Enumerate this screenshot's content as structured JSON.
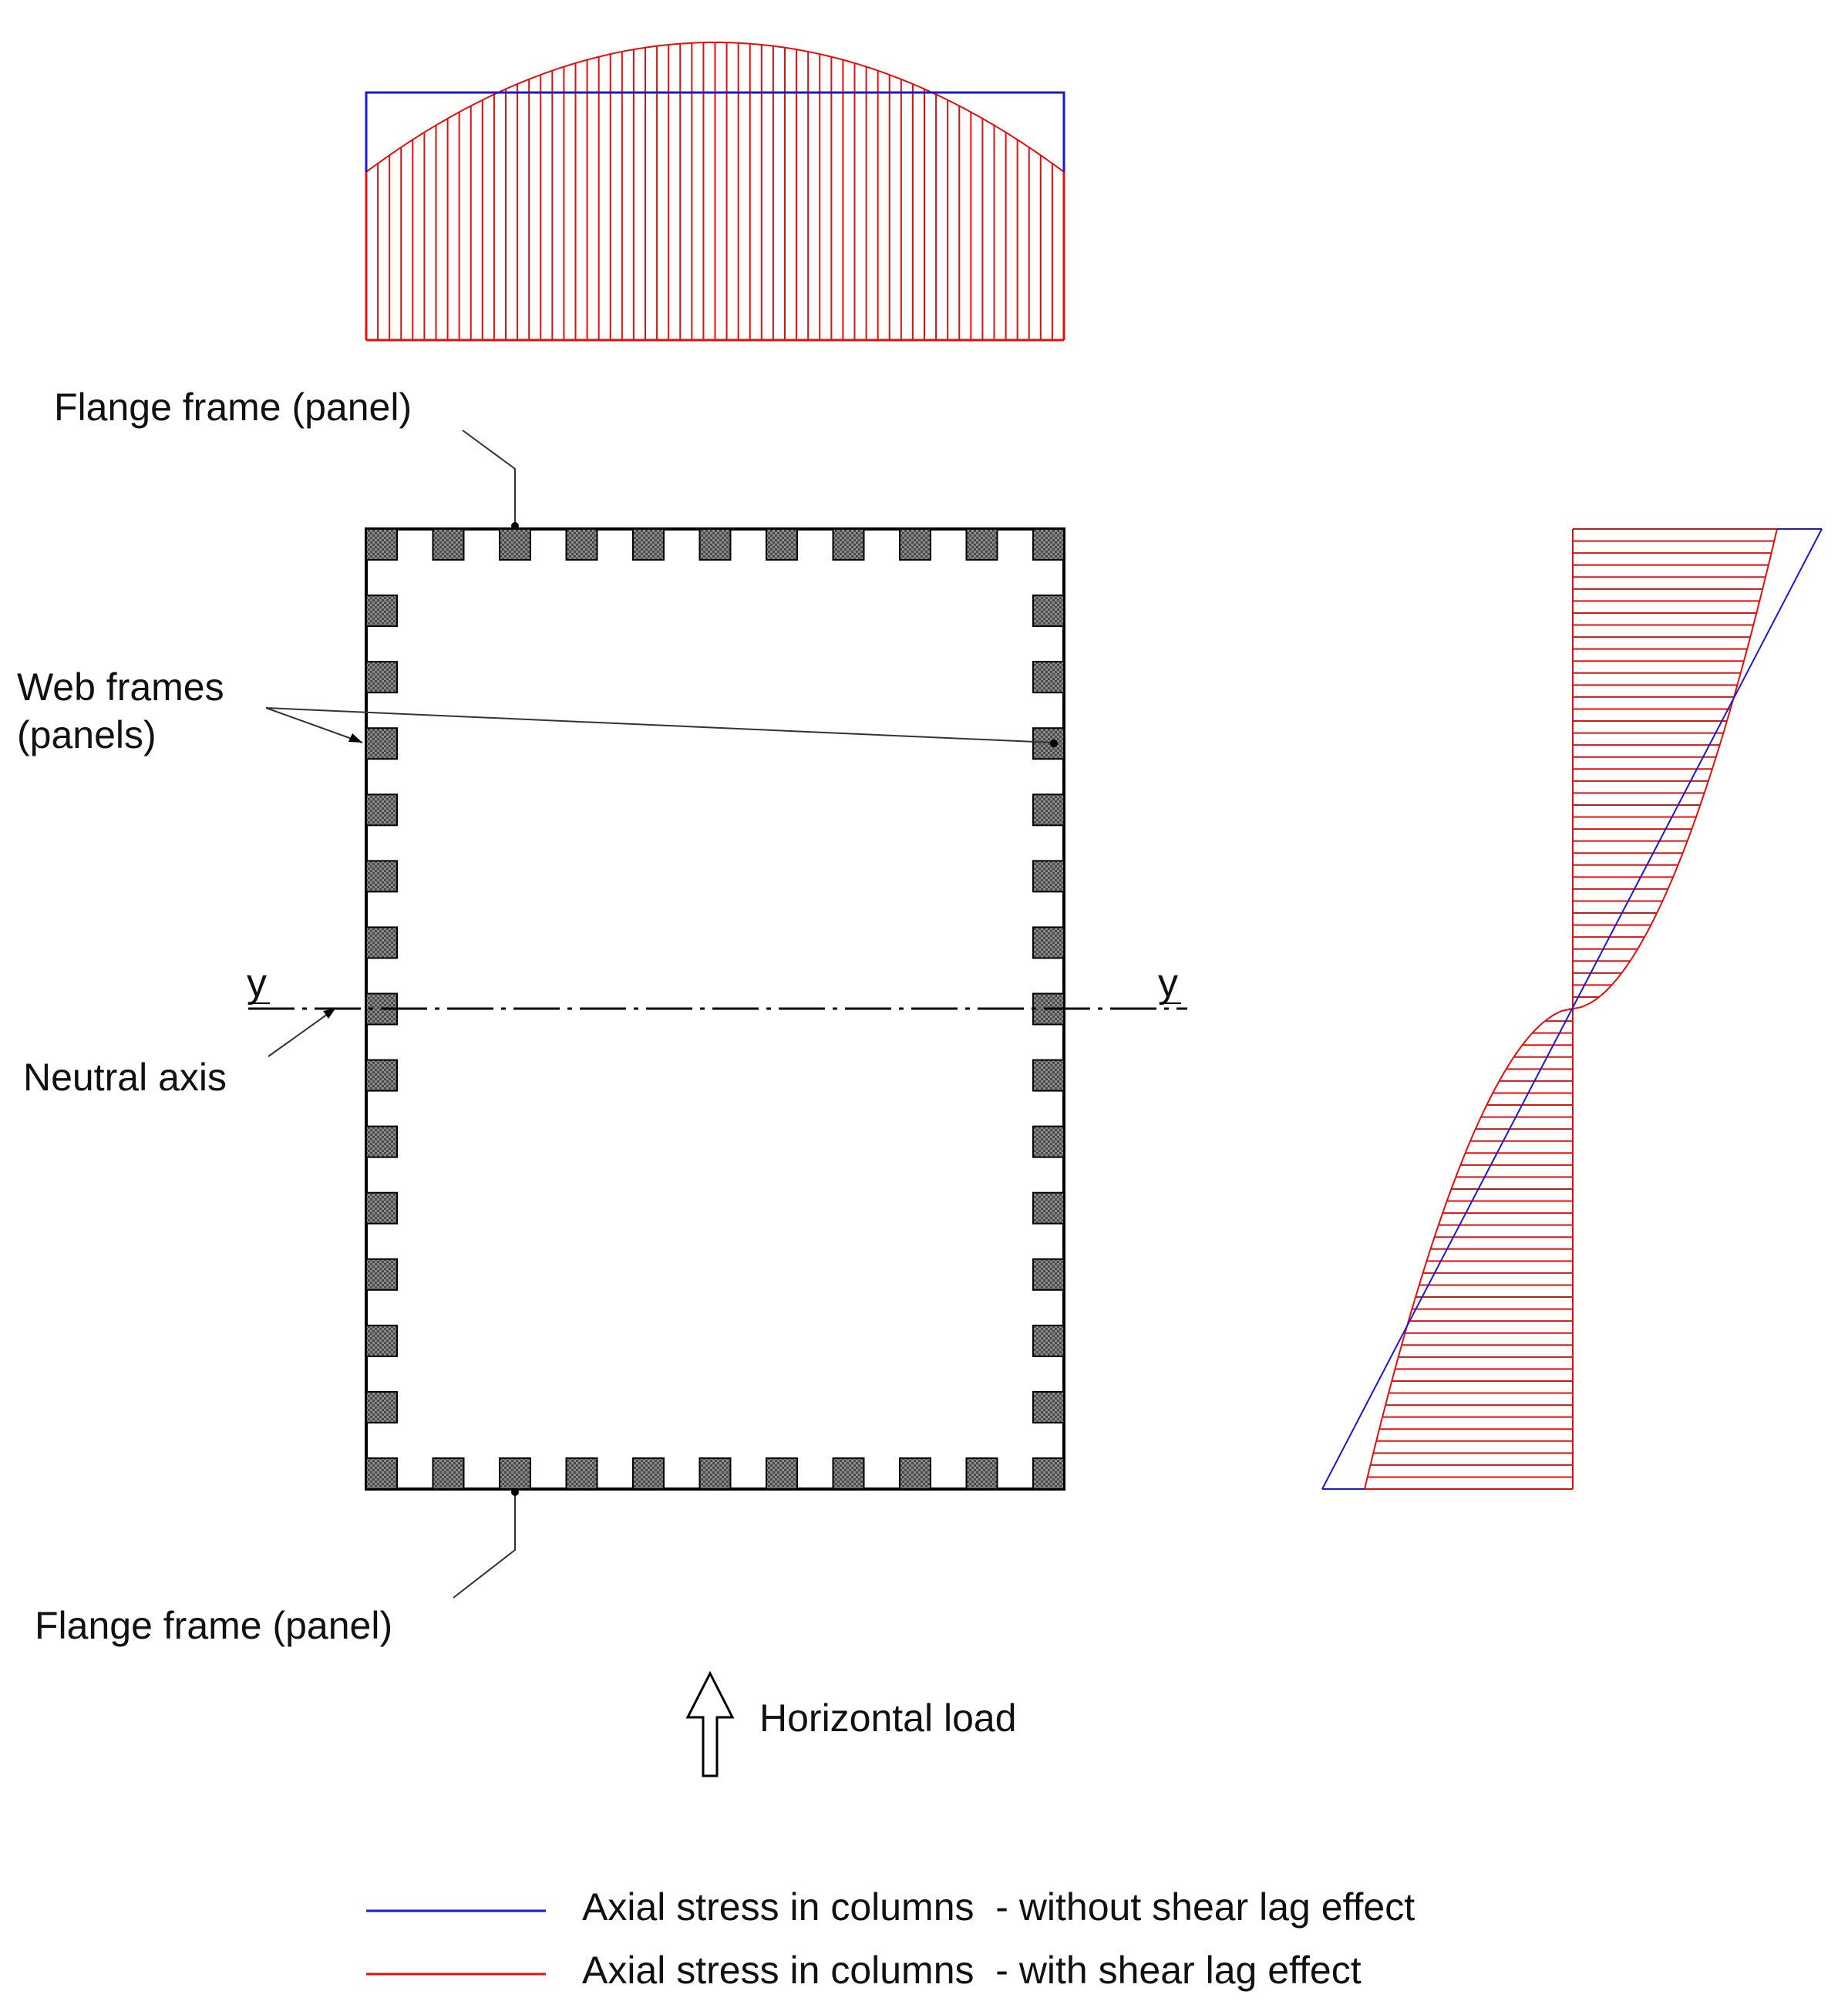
{
  "labels": {
    "flange_top": "Flange frame (panel)",
    "web_frames_line1": "Web frames",
    "web_frames_line2": "(panels)",
    "neutral_axis": "Neutral axis",
    "axis_left": "y",
    "axis_right": "y",
    "flange_bottom": "Flange frame (panel)",
    "horizontal_load": "Horizontal load"
  },
  "legend": [
    {
      "text": "Axial stress in columns  - without shear lag effect",
      "color": "#1a1acc"
    },
    {
      "text": "Axial stress in columns  - with shear lag effect",
      "color": "#e01010"
    }
  ],
  "colors": {
    "without_shear_lag": "#1a1acc",
    "with_shear_lag": "#e01010",
    "column_fill": "#6e6e6e",
    "outline": "#000000"
  },
  "plan": {
    "flange_columns_per_side": 11,
    "web_columns_per_side": 15
  },
  "icons": {
    "load_arrow": "up-arrow-icon"
  }
}
